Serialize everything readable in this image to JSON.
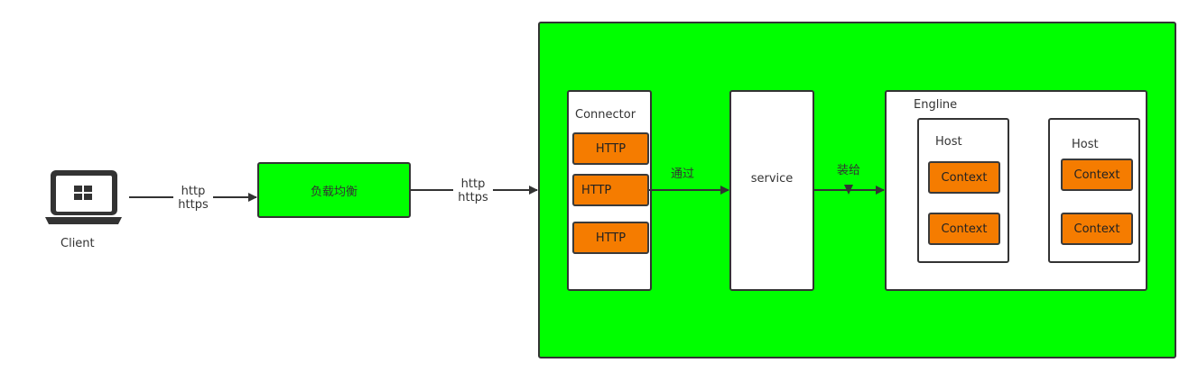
{
  "client": {
    "label": "Client",
    "icon": "laptop-icon"
  },
  "load_balancer": {
    "label": "负载均衡"
  },
  "edges": {
    "client_to_lb": {
      "line1": "http",
      "line2": "https"
    },
    "lb_to_server": {
      "line1": "http",
      "line2": "https"
    },
    "connector_to_service": {
      "label": "通过"
    },
    "service_to_engine": {
      "label": "装给"
    }
  },
  "connector": {
    "title": "Connector",
    "items": [
      "HTTP",
      "HTTP",
      "HTTP"
    ]
  },
  "service": {
    "label": "service"
  },
  "engine": {
    "title": "Engline",
    "hosts": [
      {
        "title": "Host",
        "contexts": [
          "Context",
          "Context"
        ]
      },
      {
        "title": "Host",
        "contexts": [
          "Context",
          "Context"
        ]
      }
    ]
  },
  "colors": {
    "green": "#00ff00",
    "orange": "#f57c00",
    "stroke": "#333333"
  }
}
